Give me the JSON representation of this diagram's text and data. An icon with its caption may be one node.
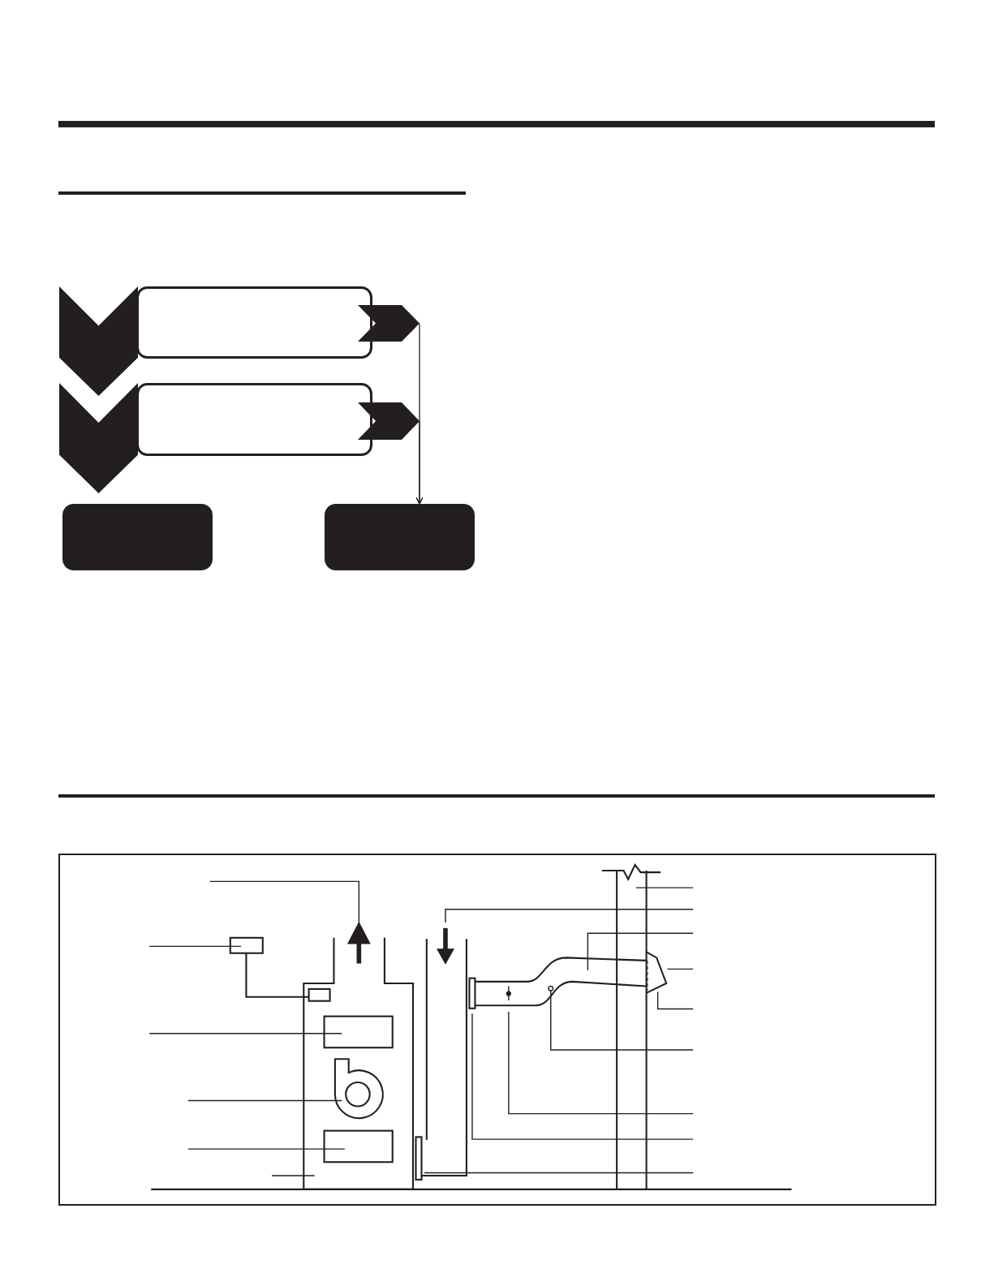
{
  "diagram": {
    "nodes": [
      {
        "text": [],
        "shape": "chevron"
      },
      {
        "text": [],
        "shape": "box"
      },
      {
        "text": [],
        "shape": "chevron"
      },
      {
        "text": [],
        "shape": "chevron"
      },
      {
        "text": [],
        "shape": "box"
      },
      {
        "text": [],
        "shape": "chevron"
      },
      {
        "text": [],
        "shape": "box"
      },
      {
        "text": [],
        "shape": "box"
      }
    ],
    "edges": [
      {
        "from": 2,
        "to": 7,
        "arrow": "to"
      },
      {
        "from": 5,
        "to": 7,
        "arrow": "to"
      }
    ]
  }
}
